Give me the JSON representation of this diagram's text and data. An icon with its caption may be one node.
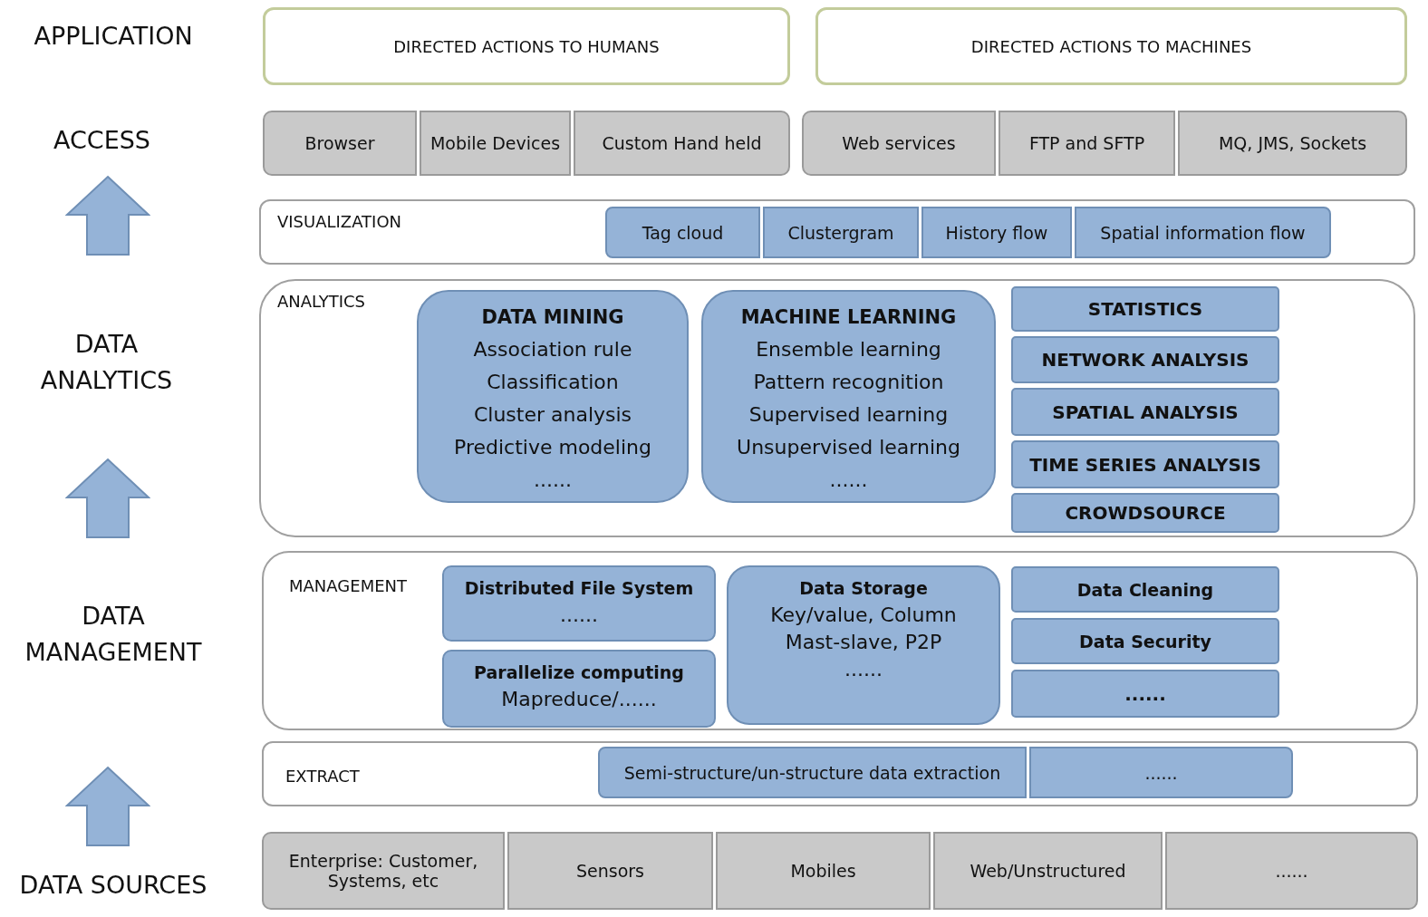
{
  "diagram": {
    "nodes": [
      {
        "text": [
          "DIRECTED ACTIONS TO HUMANS"
        ]
      },
      {
        "text": [
          "DIRECTED ACTIONS TO MACHINES"
        ]
      },
      {
        "text": [
          "Browser"
        ]
      },
      {
        "text": [
          "Mobile Devices"
        ]
      },
      {
        "text": [
          "Custom Hand held"
        ]
      },
      {
        "text": [
          "Web services"
        ]
      },
      {
        "text": [
          "FTP and SFTP"
        ]
      },
      {
        "text": [
          "MQ, JMS, Sockets"
        ]
      },
      {
        "text": [
          "VISUALIZATION"
        ]
      },
      {
        "text": [
          "Tag cloud"
        ],
        "in": 8
      },
      {
        "text": [
          "Clustergram"
        ],
        "in": 8
      },
      {
        "text": [
          "History flow"
        ],
        "in": 8
      },
      {
        "text": [
          "Spatial information flow"
        ],
        "in": 8
      },
      {
        "text": [
          "ANALYTICS"
        ]
      },
      {
        "text": [
          "DATA MINING",
          "Association rule",
          "Classification",
          "Cluster analysis",
          "Predictive modeling",
          "......"
        ],
        "in": 13
      },
      {
        "text": [
          "MACHINE LEARNING",
          "Ensemble learning",
          "Pattern recognition",
          "Supervised learning",
          "Unsupervised learning",
          "......"
        ],
        "in": 13
      },
      {
        "text": [
          "STATISTICS"
        ],
        "in": 13
      },
      {
        "text": [
          "NETWORK ANALYSIS"
        ],
        "in": 13
      },
      {
        "text": [
          "SPATIAL ANALYSIS"
        ],
        "in": 13
      },
      {
        "text": [
          "TIME SERIES ANALYSIS"
        ],
        "in": 13
      },
      {
        "text": [
          "CROWDSOURCE"
        ],
        "in": 13
      },
      {
        "text": [
          "MANAGEMENT"
        ]
      },
      {
        "text": [
          "Distributed File System",
          "......"
        ],
        "in": 21
      },
      {
        "text": [
          "Parallelize computing",
          "Mapreduce/......"
        ],
        "in": 21
      },
      {
        "text": [
          "Data Storage",
          "Key/value, Column",
          "Mast-slave, P2P",
          "......"
        ],
        "in": 21
      },
      {
        "text": [
          "Data Cleaning"
        ],
        "in": 21
      },
      {
        "text": [
          "Data Security"
        ],
        "in": 21
      },
      {
        "text": [
          "......"
        ],
        "in": 21
      },
      {
        "text": [
          "EXTRACT"
        ]
      },
      {
        "text": [
          "Semi-structure/un-structure data extraction"
        ],
        "in": 28
      },
      {
        "text": [
          "......"
        ],
        "in": 28
      },
      {
        "text": [
          "Enterprise: Customer, Systems, etc"
        ]
      },
      {
        "text": [
          "Sensors"
        ]
      },
      {
        "text": [
          "Mobiles"
        ]
      },
      {
        "text": [
          "Web/Unstructured"
        ]
      },
      {
        "text": [
          "......"
        ]
      }
    ],
    "edges": [],
    "labels": [
      "APPLICATION",
      "ACCESS",
      "DATA ANALYTICS",
      "DATA MANAGEMENT",
      "DATA SOURCES"
    ]
  }
}
